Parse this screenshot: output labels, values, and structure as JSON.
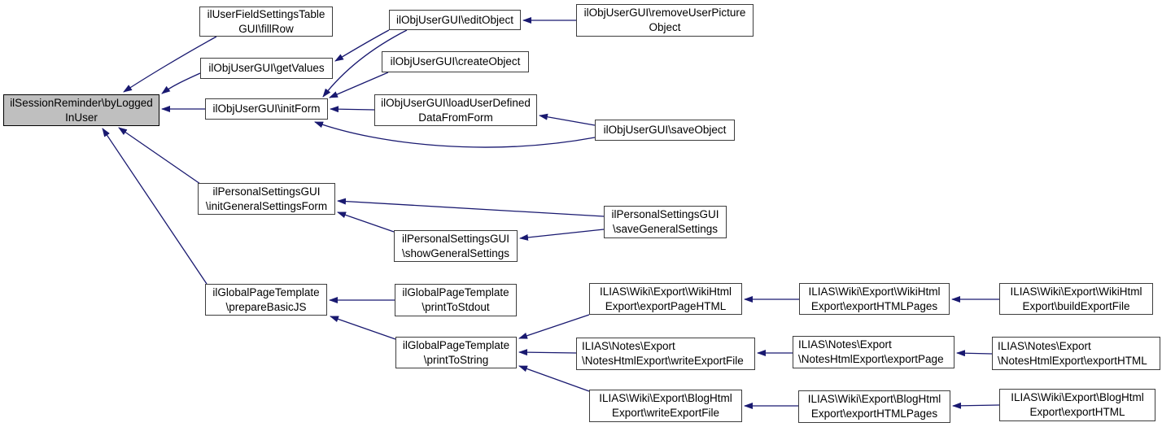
{
  "diagram": {
    "type": "caller-graph",
    "central_function": "ilSessionReminder\\byLoggedInUser",
    "colors": {
      "background": "#ffffff",
      "node_bg": "#ffffff",
      "node_border": "#3d3d3d",
      "highlight_bg": "#bfbfbf",
      "highlight_border": "#000000",
      "edge": "#191970",
      "text": "#000000"
    },
    "nodes": [
      {
        "id": "fillRow",
        "label": "ilUserFieldSettingsTable\nGUI\\fillRow"
      },
      {
        "id": "editObject",
        "label": "ilObjUserGUI\\editObject"
      },
      {
        "id": "removeUserPictureObject",
        "label": "ilObjUserGUI\\removeUserPicture\nObject"
      },
      {
        "id": "getValues",
        "label": "ilObjUserGUI\\getValues"
      },
      {
        "id": "createObject",
        "label": "ilObjUserGUI\\createObject"
      },
      {
        "id": "byLoggedInUser",
        "label": "ilSessionReminder\\byLogged\nInUser"
      },
      {
        "id": "initForm",
        "label": "ilObjUserGUI\\initForm"
      },
      {
        "id": "loadUserDefinedDataFromForm",
        "label": "ilObjUserGUI\\loadUserDefined\nDataFromForm"
      },
      {
        "id": "saveObject",
        "label": "ilObjUserGUI\\saveObject"
      },
      {
        "id": "initGeneralSettingsForm",
        "label": "ilPersonalSettingsGUI\n\\initGeneralSettingsForm"
      },
      {
        "id": "saveGeneralSettings",
        "label": "ilPersonalSettingsGUI\n\\saveGeneralSettings"
      },
      {
        "id": "showGeneralSettings",
        "label": "ilPersonalSettingsGUI\n\\showGeneralSettings"
      },
      {
        "id": "prepareBasicJS",
        "label": "ilGlobalPageTemplate\n\\prepareBasicJS"
      },
      {
        "id": "printToStdout",
        "label": "ilGlobalPageTemplate\n\\printToStdout"
      },
      {
        "id": "printToString",
        "label": "ilGlobalPageTemplate\n\\printToString"
      },
      {
        "id": "wikiExportPageHTML",
        "label": "ILIAS\\Wiki\\Export\\WikiHtml\nExport\\exportPageHTML"
      },
      {
        "id": "wikiExportHTMLPages",
        "label": "ILIAS\\Wiki\\Export\\WikiHtml\nExport\\exportHTMLPages"
      },
      {
        "id": "wikiBuildExportFile",
        "label": "ILIAS\\Wiki\\Export\\WikiHtml\nExport\\buildExportFile"
      },
      {
        "id": "notesWriteExportFile",
        "label": "ILIAS\\Notes\\Export\n\\NotesHtmlExport\\writeExportFile"
      },
      {
        "id": "notesExportPage",
        "label": "ILIAS\\Notes\\Export\n\\NotesHtmlExport\\exportPage"
      },
      {
        "id": "notesExportHTML",
        "label": "ILIAS\\Notes\\Export\n\\NotesHtmlExport\\exportHTML"
      },
      {
        "id": "blogWriteExportFile",
        "label": "ILIAS\\Wiki\\Export\\BlogHtml\nExport\\writeExportFile"
      },
      {
        "id": "blogExportHTMLPages",
        "label": "ILIAS\\Wiki\\Export\\BlogHtml\nExport\\exportHTMLPages"
      },
      {
        "id": "blogExportHTML",
        "label": "ILIAS\\Wiki\\Export\\BlogHtml\nExport\\exportHTML"
      }
    ],
    "edges": [
      {
        "from": "fillRow",
        "to": "byLoggedInUser"
      },
      {
        "from": "getValues",
        "to": "byLoggedInUser"
      },
      {
        "from": "initForm",
        "to": "byLoggedInUser"
      },
      {
        "from": "initGeneralSettingsForm",
        "to": "byLoggedInUser"
      },
      {
        "from": "prepareBasicJS",
        "to": "byLoggedInUser"
      },
      {
        "from": "removeUserPictureObject",
        "to": "editObject"
      },
      {
        "from": "editObject",
        "to": "getValues"
      },
      {
        "from": "editObject",
        "to": "initForm"
      },
      {
        "from": "createObject",
        "to": "initForm"
      },
      {
        "from": "loadUserDefinedDataFromForm",
        "to": "initForm"
      },
      {
        "from": "saveObject",
        "to": "loadUserDefinedDataFromForm"
      },
      {
        "from": "saveObject",
        "to": "initForm"
      },
      {
        "from": "saveGeneralSettings",
        "to": "initGeneralSettingsForm"
      },
      {
        "from": "showGeneralSettings",
        "to": "initGeneralSettingsForm"
      },
      {
        "from": "saveGeneralSettings",
        "to": "showGeneralSettings"
      },
      {
        "from": "printToStdout",
        "to": "prepareBasicJS"
      },
      {
        "from": "printToString",
        "to": "prepareBasicJS"
      },
      {
        "from": "wikiExportPageHTML",
        "to": "printToString"
      },
      {
        "from": "notesWriteExportFile",
        "to": "printToString"
      },
      {
        "from": "blogWriteExportFile",
        "to": "printToString"
      },
      {
        "from": "wikiExportHTMLPages",
        "to": "wikiExportPageHTML"
      },
      {
        "from": "wikiBuildExportFile",
        "to": "wikiExportHTMLPages"
      },
      {
        "from": "notesExportPage",
        "to": "notesWriteExportFile"
      },
      {
        "from": "notesExportHTML",
        "to": "notesExportPage"
      },
      {
        "from": "blogExportHTMLPages",
        "to": "blogWriteExportFile"
      },
      {
        "from": "blogExportHTML",
        "to": "blogExportHTMLPages"
      }
    ]
  }
}
